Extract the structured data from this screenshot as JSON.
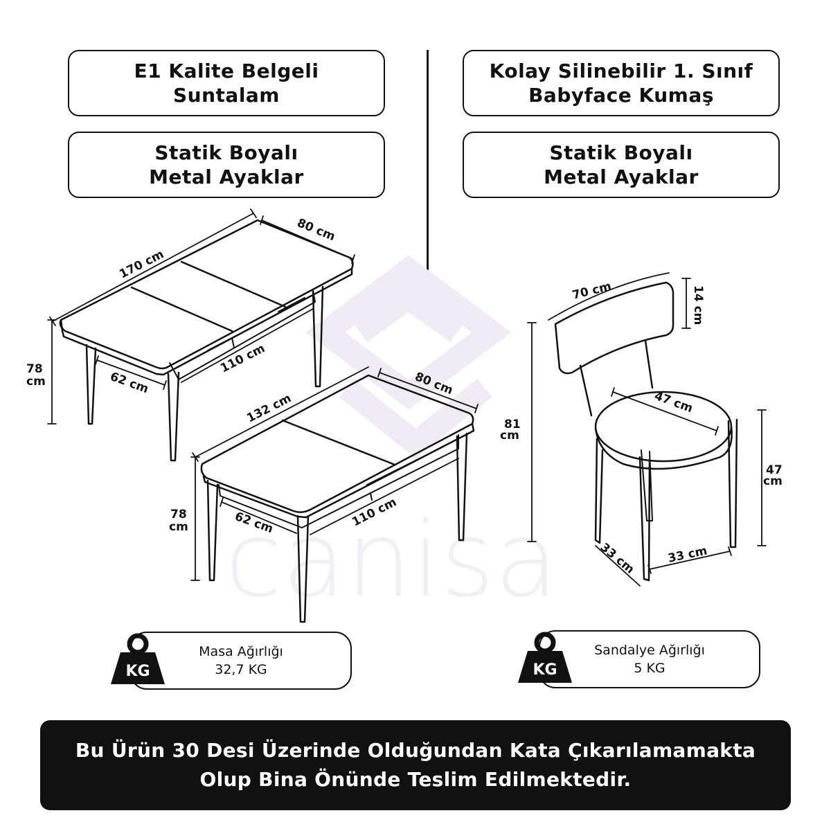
{
  "features": {
    "table_top": [
      "E1 Kalite Belgeli",
      "Suntalam"
    ],
    "table_legs": [
      "Statik Boyalı",
      "Metal Ayaklar"
    ],
    "chair_fabric": [
      "Kolay Silinebilir 1. Sınıf",
      "Babyface Kumaş"
    ],
    "chair_legs": [
      "Statik Boyalı",
      "Metal Ayaklar"
    ]
  },
  "table_extended": {
    "length": "170 cm",
    "width": "80 cm",
    "leg_span": "110 cm",
    "leg_width": "62 cm",
    "height": [
      "78",
      "cm"
    ]
  },
  "table_closed": {
    "length": "132 cm",
    "width": "80 cm",
    "leg_span": "110 cm",
    "leg_width": "62 cm",
    "height": [
      "78",
      "cm"
    ]
  },
  "chair": {
    "back_width": "70 cm",
    "back_thickness": "14 cm",
    "total_height": [
      "81",
      "cm"
    ],
    "seat_diameter": "47 cm",
    "seat_height": [
      "47",
      "cm"
    ],
    "leg_depth": "33 cm",
    "leg_width": "33 cm"
  },
  "weights": {
    "icon_label": "KG",
    "table": [
      "Masa Ağırlığı",
      "32,7 KG"
    ],
    "chair": [
      "Sandalye Ağırlığı",
      "5 KG"
    ]
  },
  "watermark": "canisa",
  "notice": [
    "Bu Ürün 30 Desi Üzerinde Olduğundan Kata Çıkarılamamakta",
    "Olup Bina Önünde Teslim Edilmektedir."
  ]
}
